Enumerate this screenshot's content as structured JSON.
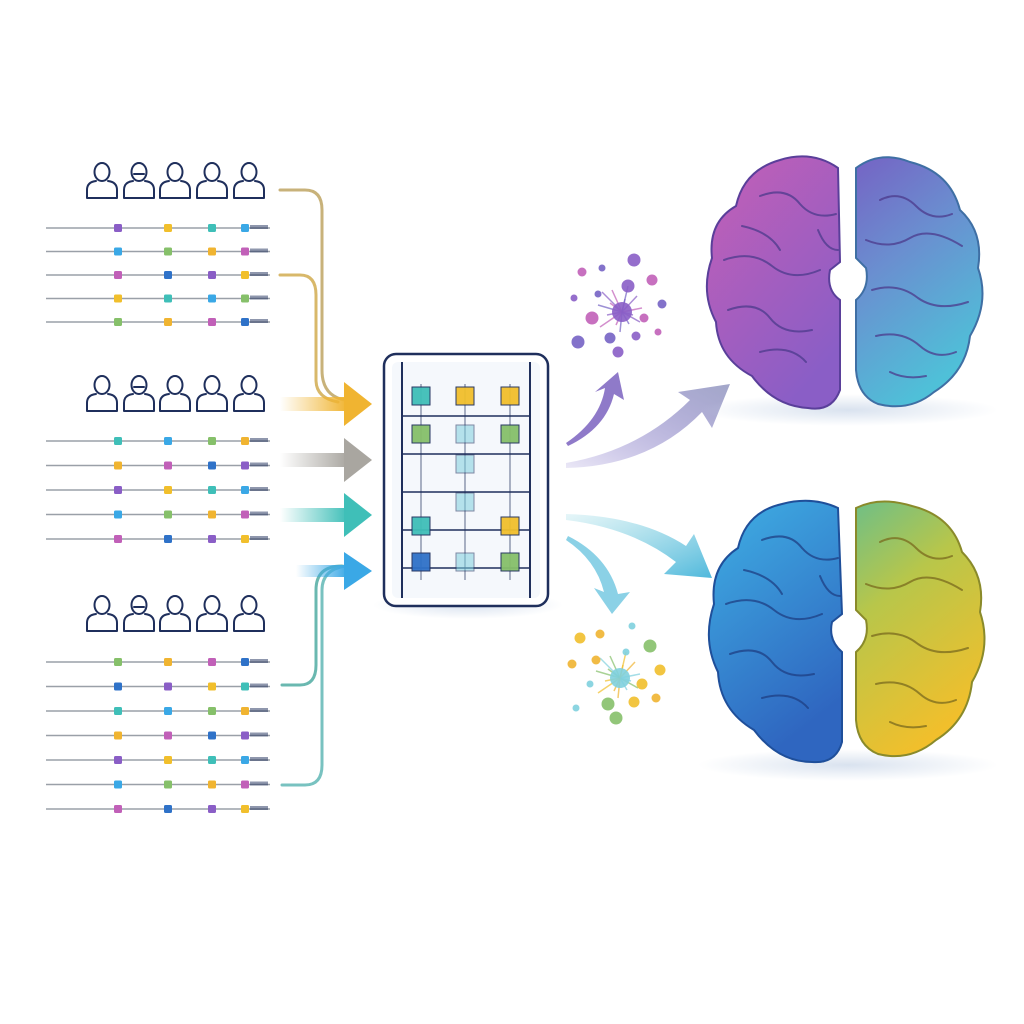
{
  "colors": {
    "ink": "#1f2f5c",
    "line": "#9aa0a8",
    "orange": "#f0b431",
    "gray": "#a9a6a0",
    "teal": "#3fbfb8",
    "blue": "#3aa8e6",
    "purple": "#8a5ec6",
    "violet": "#7563c4",
    "lavender": "#a3a7c9",
    "magenta": "#c160b8",
    "cyan": "#4fc0d8",
    "royal": "#2f72c8",
    "green": "#86c06a",
    "gold": "#f1bf2c",
    "sky": "#7fd0de"
  },
  "diagram": {
    "groups": [
      {
        "name": "participant-group-1",
        "people": 5,
        "rows": 5
      },
      {
        "name": "participant-group-2",
        "people": 5,
        "rows": 5
      },
      {
        "name": "participant-group-3",
        "people": 5,
        "rows": 7
      }
    ],
    "inputs": [
      "orange",
      "gray",
      "teal",
      "blue"
    ],
    "processor": {
      "grid_rows": 6,
      "grid_cols": 3
    },
    "outputs": [
      {
        "name": "brain-top",
        "left_colors": [
          "magenta",
          "purple"
        ],
        "right_colors": [
          "violet",
          "cyan"
        ]
      },
      {
        "name": "brain-bottom",
        "left_colors": [
          "cyan",
          "royal"
        ],
        "right_colors": [
          "green",
          "gold"
        ]
      }
    ],
    "clusters": [
      {
        "name": "cluster-purple",
        "palette": [
          "purple",
          "magenta",
          "violet"
        ]
      },
      {
        "name": "cluster-multicolor",
        "palette": [
          "sky",
          "green",
          "gold",
          "orange"
        ]
      }
    ]
  }
}
